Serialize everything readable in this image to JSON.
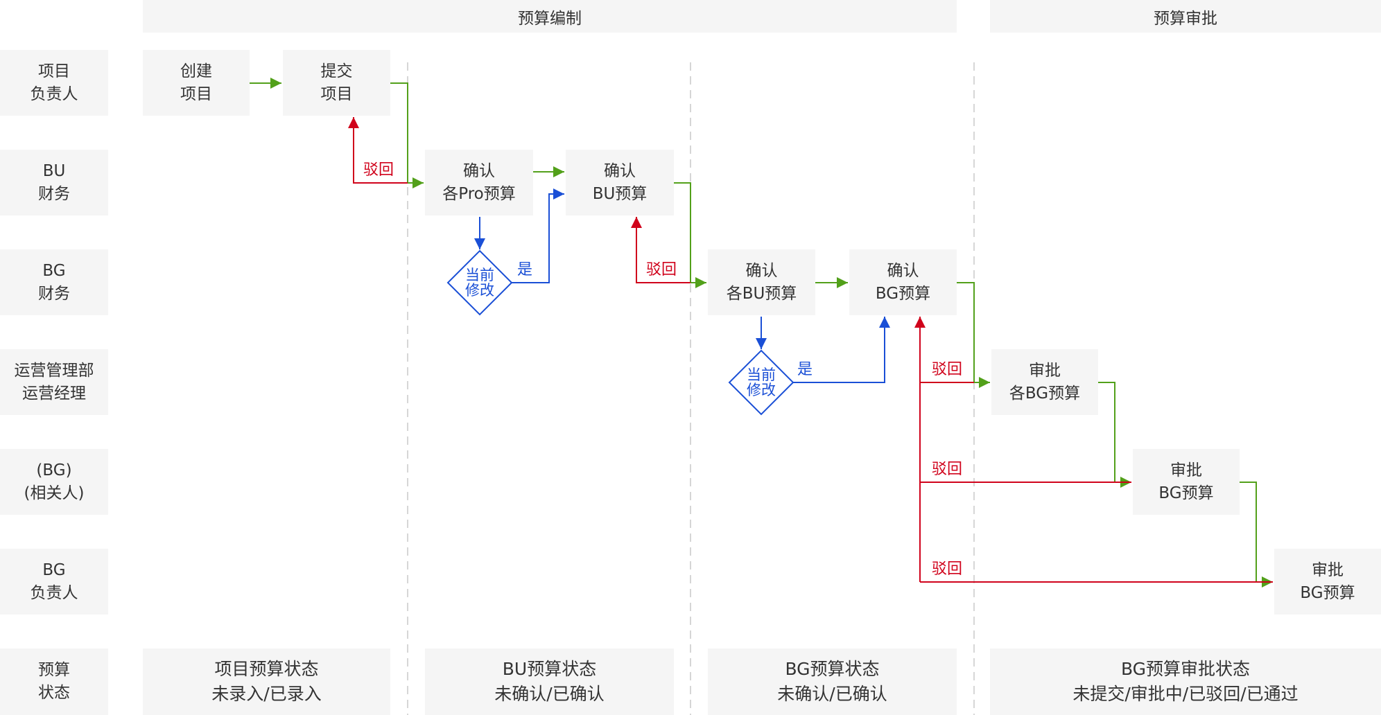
{
  "headers": {
    "compile": "预算编制",
    "approve": "预算审批"
  },
  "lanes": [
    [
      "项目",
      "负责人"
    ],
    [
      "BU",
      "财务"
    ],
    [
      "BG",
      "财务"
    ],
    [
      "运营管理部",
      "运营经理"
    ],
    [
      "(BG)",
      "(相关人)"
    ],
    [
      "BG",
      "负责人"
    ],
    [
      "预算",
      "状态"
    ]
  ],
  "nodes": {
    "create_project": [
      "创建",
      "项目"
    ],
    "submit_project": [
      "提交",
      "项目"
    ],
    "confirm_pro": [
      "确认",
      "各Pro预算"
    ],
    "confirm_bu": [
      "确认",
      "BU预算"
    ],
    "confirm_each_bu": [
      "确认",
      "各BU预算"
    ],
    "confirm_bg": [
      "确认",
      "BG预算"
    ],
    "approve_each_bg": [
      "审批",
      "各BG预算"
    ],
    "approve_bg_related": [
      "审批",
      "BG预算"
    ],
    "approve_bg_head": [
      "审批",
      "BG预算"
    ]
  },
  "decisions": {
    "modify": [
      "当前",
      "修改"
    ]
  },
  "labels": {
    "reject": "驳回",
    "yes": "是"
  },
  "status": {
    "project": [
      "项目预算状态",
      "未录入/已录入"
    ],
    "bu": [
      "BU预算状态",
      "未确认/已确认"
    ],
    "bg": [
      "BG预算状态",
      "未确认/已确认"
    ],
    "approval": [
      "BG预算审批状态",
      "未提交/审批中/已驳回/已通过"
    ]
  },
  "colors": {
    "flow": "#52a01a",
    "reject": "#d0021b",
    "decision": "#1a4fd6",
    "box": "#f5f5f5",
    "divider": "#cfcfcf"
  }
}
